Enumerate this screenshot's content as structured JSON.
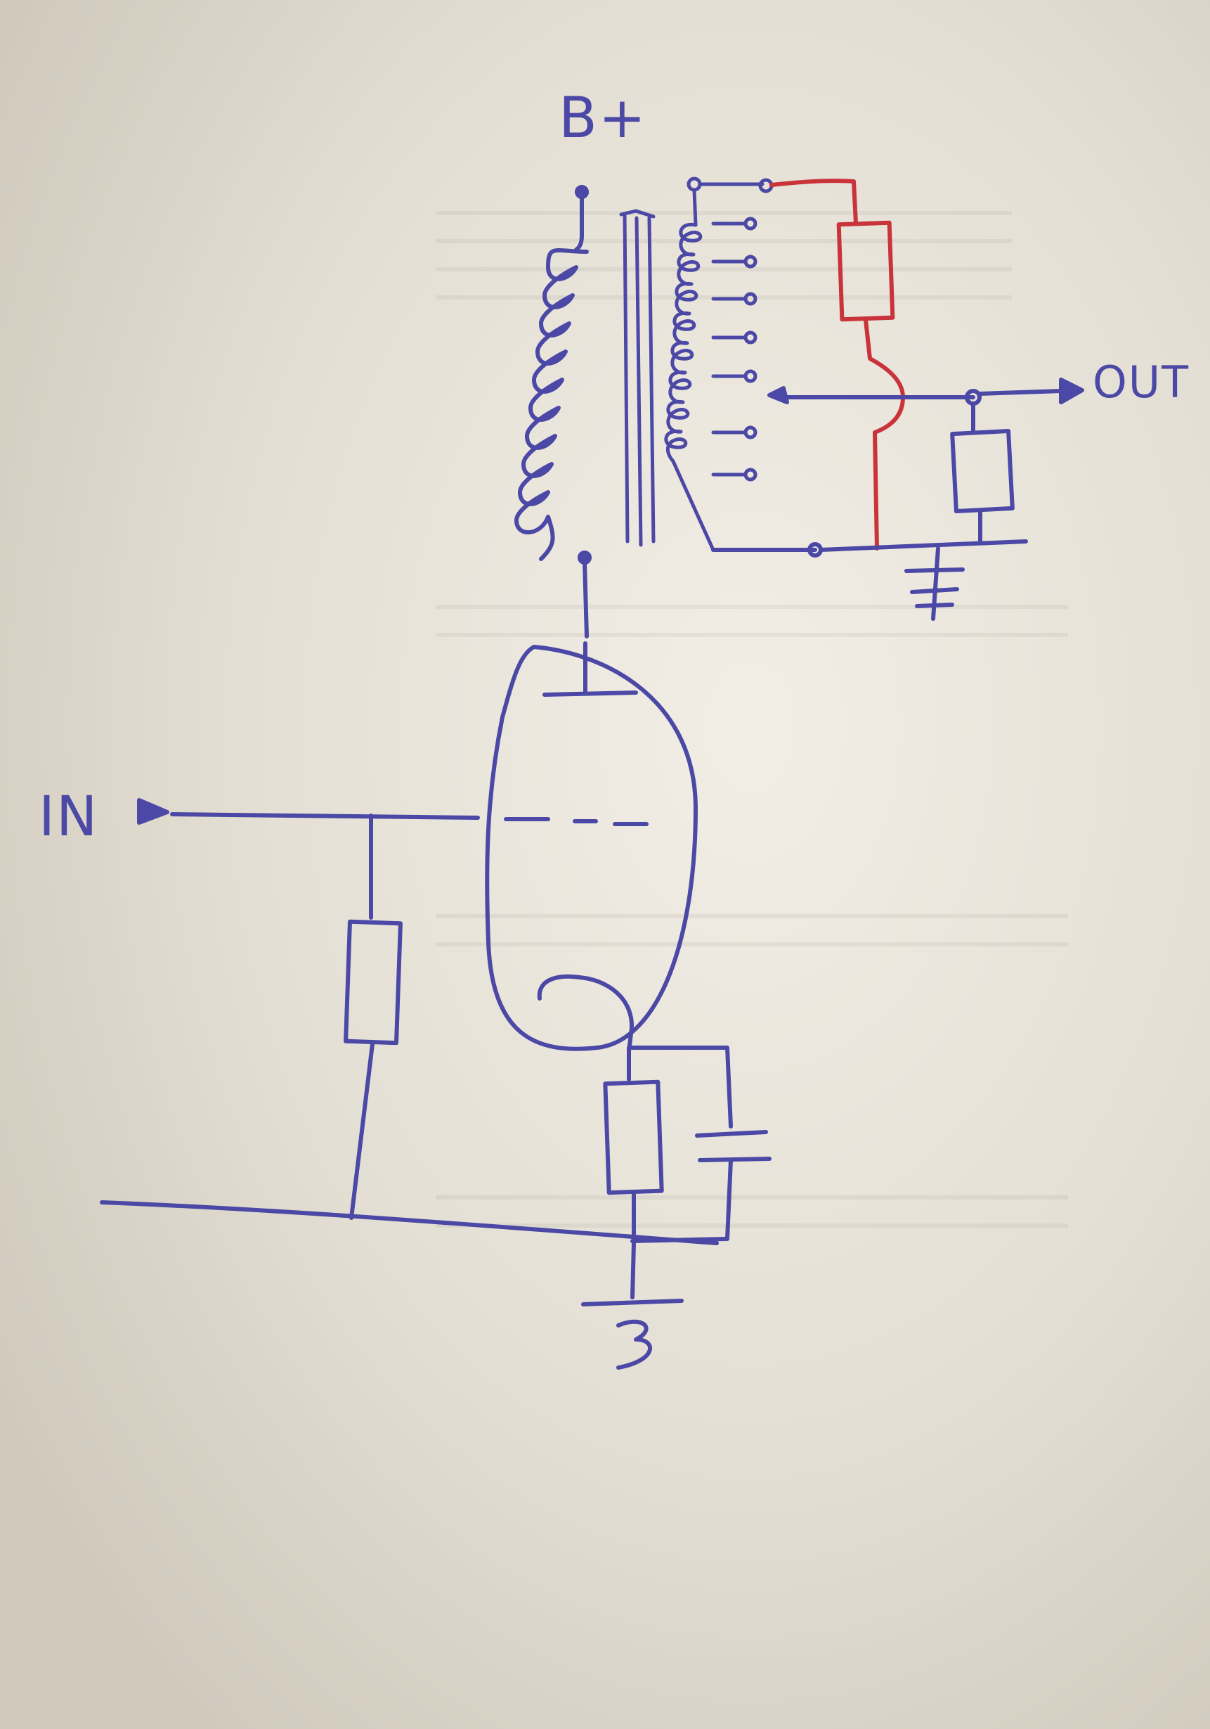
{
  "diagram": {
    "title": "",
    "labels": {
      "supply": "B+",
      "input": "IN",
      "output": "OUT"
    },
    "colors": {
      "paper": "#e6e1d6",
      "ink": "#4b48a6",
      "red_ink": "#c9333a"
    },
    "components": [
      "output-transformer-primary",
      "output-transformer-secondary-tapped",
      "triode-tube",
      "grid-leak-resistor",
      "cathode-resistor",
      "cathode-bypass-capacitor",
      "load-resistor-red",
      "output-resistor",
      "ground-symbol-top",
      "ground-symbol-bottom"
    ]
  }
}
